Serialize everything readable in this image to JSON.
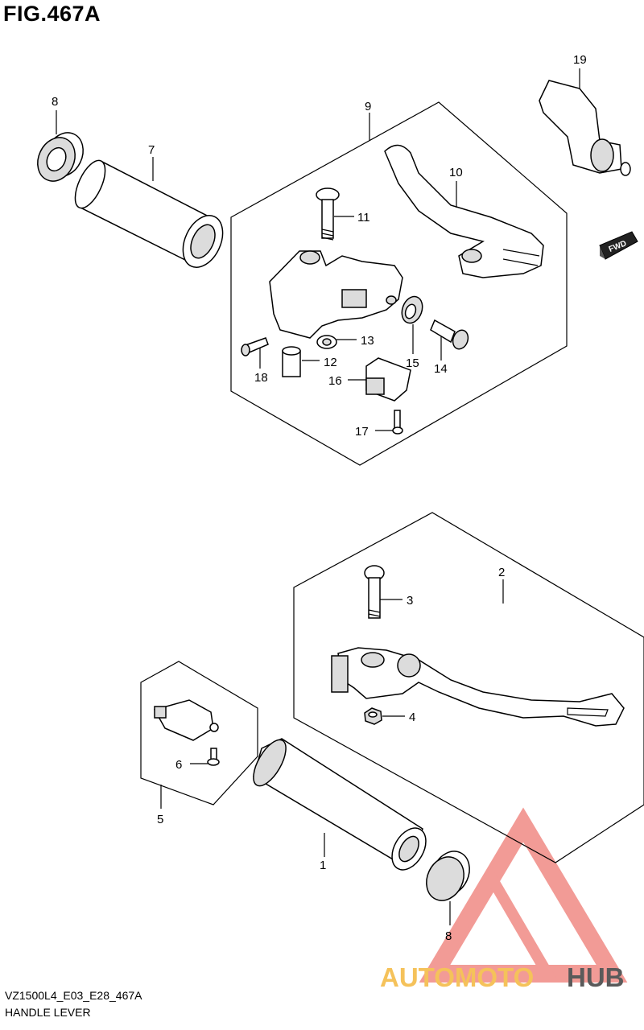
{
  "figure": {
    "title": "FIG.467A",
    "model_code": "VZ1500L4_E03_E28_467A",
    "section_name": "HANDLE LEVER"
  },
  "direction_badge": "FWD",
  "callouts": [
    "1",
    "2",
    "3",
    "4",
    "5",
    "6",
    "7",
    "8",
    "9",
    "10",
    "11",
    "12",
    "13",
    "14",
    "15",
    "16",
    "17",
    "18",
    "19",
    "8"
  ],
  "watermark": {
    "brand_part1": "AUTOMOTO",
    "brand_part2": "HUB",
    "color_primary": "#f08a84",
    "color_secondary": "#f5c25a",
    "color_tertiary": "#5a5a5a"
  }
}
